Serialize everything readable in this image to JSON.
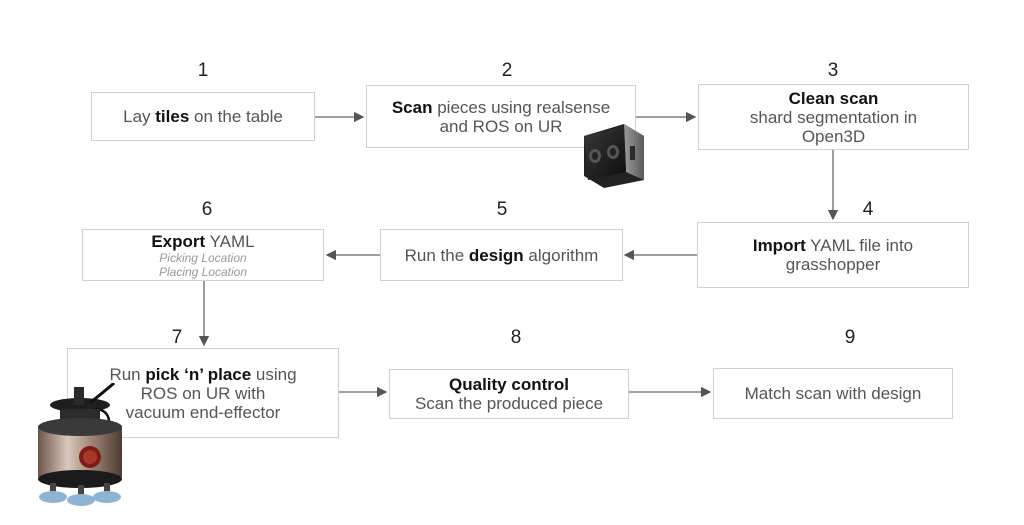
{
  "steps": {
    "s1": {
      "number": "1",
      "pre": "Lay ",
      "bold": "tiles",
      "post": " on the table"
    },
    "s2": {
      "number": "2",
      "bold": "Scan",
      "line1_post": " pieces using realsense",
      "line2": "and ROS on UR"
    },
    "s3": {
      "number": "3",
      "title": "Clean scan",
      "line2": "shard segmentation in",
      "line3": "Open3D"
    },
    "s4": {
      "number": "4",
      "bold": "Import",
      "line1_post": " YAML file into",
      "line2": "grasshopper"
    },
    "s5": {
      "number": "5",
      "pre": "Run the ",
      "bold": "design",
      "post": " algorithm"
    },
    "s6": {
      "number": "6",
      "bold": "Export",
      "line1_post": " YAML",
      "sub1": "Picking Location",
      "sub2": "Placing Location"
    },
    "s7": {
      "number": "7",
      "pre": "Run ",
      "bold": "pick ‘n’ place",
      "line1_post": " using",
      "line2": "ROS on UR with",
      "line3": "vacuum end-effector"
    },
    "s8": {
      "number": "8",
      "title": "Quality control",
      "line2": "Scan the produced piece"
    },
    "s9": {
      "number": "9",
      "text": "Match scan with design"
    }
  },
  "images": {
    "camera": "realsense-camera-icon",
    "gripper": "vacuum-gripper-icon"
  }
}
